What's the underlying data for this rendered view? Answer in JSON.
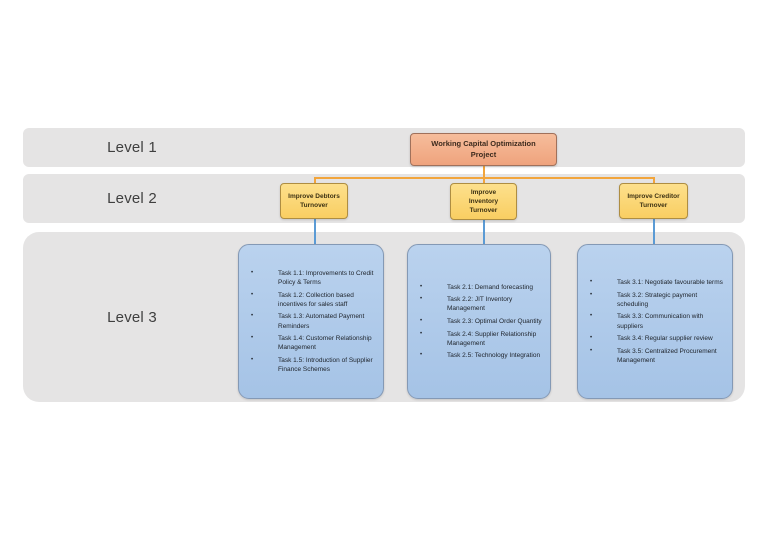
{
  "diagram": {
    "levels": [
      {
        "label": "Level 1"
      },
      {
        "label": "Level 2"
      },
      {
        "label": "Level 3"
      }
    ],
    "root": {
      "title": "Working Capital Optimization\nProject"
    },
    "branches": [
      {
        "title": "Improve Debtors\nTurnover",
        "tasks": [
          "Task 1.1: Improvements to Credit Policy & Terms",
          "Task 1.2: Collection based incentives for sales staff",
          "Task 1.3: Automated Payment Reminders",
          "Task 1.4: Customer Relationship Management",
          "Task 1.5: Introduction of Supplier Finance Schemes"
        ]
      },
      {
        "title": "Improve\nInventory\nTurnover",
        "tasks": [
          "Task 2.1: Demand forecasting",
          "Task 2.2: JIT Inventory Management",
          "Task 2.3: Optimal Order Quantity",
          "Task 2.4: Supplier Relationship Management",
          "Task 2.5: Technology Integration"
        ]
      },
      {
        "title": "Improve Creditor\nTurnover",
        "tasks": [
          "Task 3.1: Negotiate favourable terms",
          "Task 3.2: Strategic payment scheduling",
          "Task 3.3: Communication with suppliers",
          "Task 3.4: Regular supplier review",
          "Task 3.5: Centralized Procurement Management"
        ]
      }
    ],
    "bullet_glyph": "•",
    "colors": {
      "band_fill": "#E5E4E4",
      "root_fill": "#F2AE8B",
      "root_border": "#A0715B",
      "branch_fill": "#FBD674",
      "branch_border": "#AE8D42",
      "task_fill": "#AECAE9",
      "task_border": "#8499B5",
      "connector_orange": "#F2A53C",
      "connector_blue": "#5B9BD5"
    }
  }
}
